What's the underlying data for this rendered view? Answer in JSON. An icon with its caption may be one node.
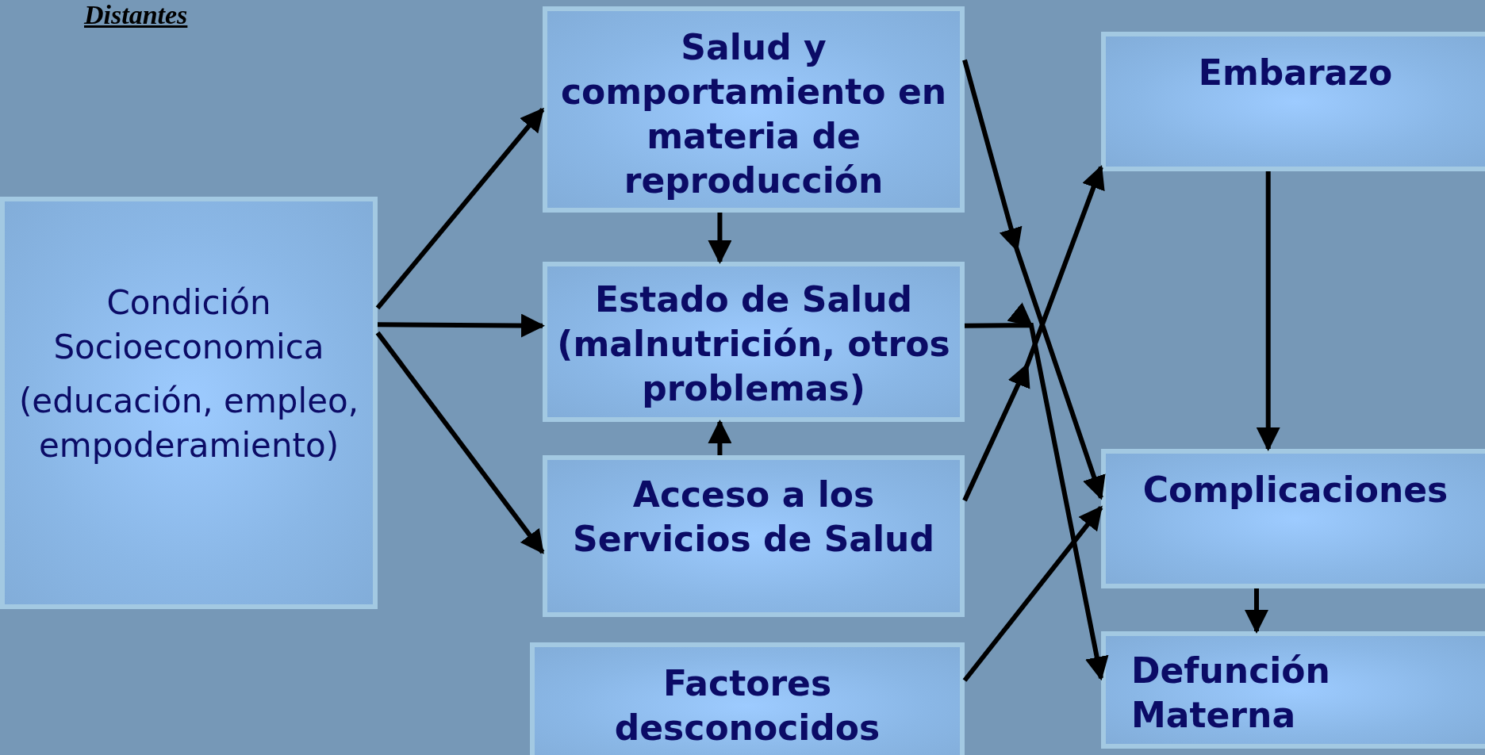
{
  "diagram": {
    "title": "Distantes",
    "nodes": [
      {
        "text": [
          "Condición Socioeconomica",
          "(educación, empleo, empoderamiento)"
        ]
      },
      {
        "text": [
          "Salud y comportamiento en materia de reproducción"
        ]
      },
      {
        "text": [
          "Estado de Salud (malnutrición, otros problemas)"
        ]
      },
      {
        "text": [
          "Acceso a los Servicios de Salud"
        ]
      },
      {
        "text": [
          "Factores desconocidos"
        ]
      },
      {
        "text": [
          "Embarazo"
        ]
      },
      {
        "text": [
          "Complicaciones"
        ]
      },
      {
        "text": [
          "Defunción Materna"
        ]
      }
    ],
    "edges": [
      {
        "from": 0,
        "to": 1,
        "arrow": "to"
      },
      {
        "from": 0,
        "to": 2,
        "arrow": "to"
      },
      {
        "from": 0,
        "to": 3,
        "arrow": "to"
      },
      {
        "from": 1,
        "to": 2,
        "arrow": "to"
      },
      {
        "from": 3,
        "to": 2,
        "arrow": "to"
      },
      {
        "from": 1,
        "to": 6,
        "arrow": "to"
      },
      {
        "from": 2,
        "to": 7,
        "arrow": "to"
      },
      {
        "from": 3,
        "to": 5,
        "arrow": "to"
      },
      {
        "from": 4,
        "to": 6,
        "arrow": "to"
      },
      {
        "from": 5,
        "to": 6,
        "arrow": "to"
      },
      {
        "from": 6,
        "to": 7,
        "arrow": "to"
      }
    ]
  }
}
